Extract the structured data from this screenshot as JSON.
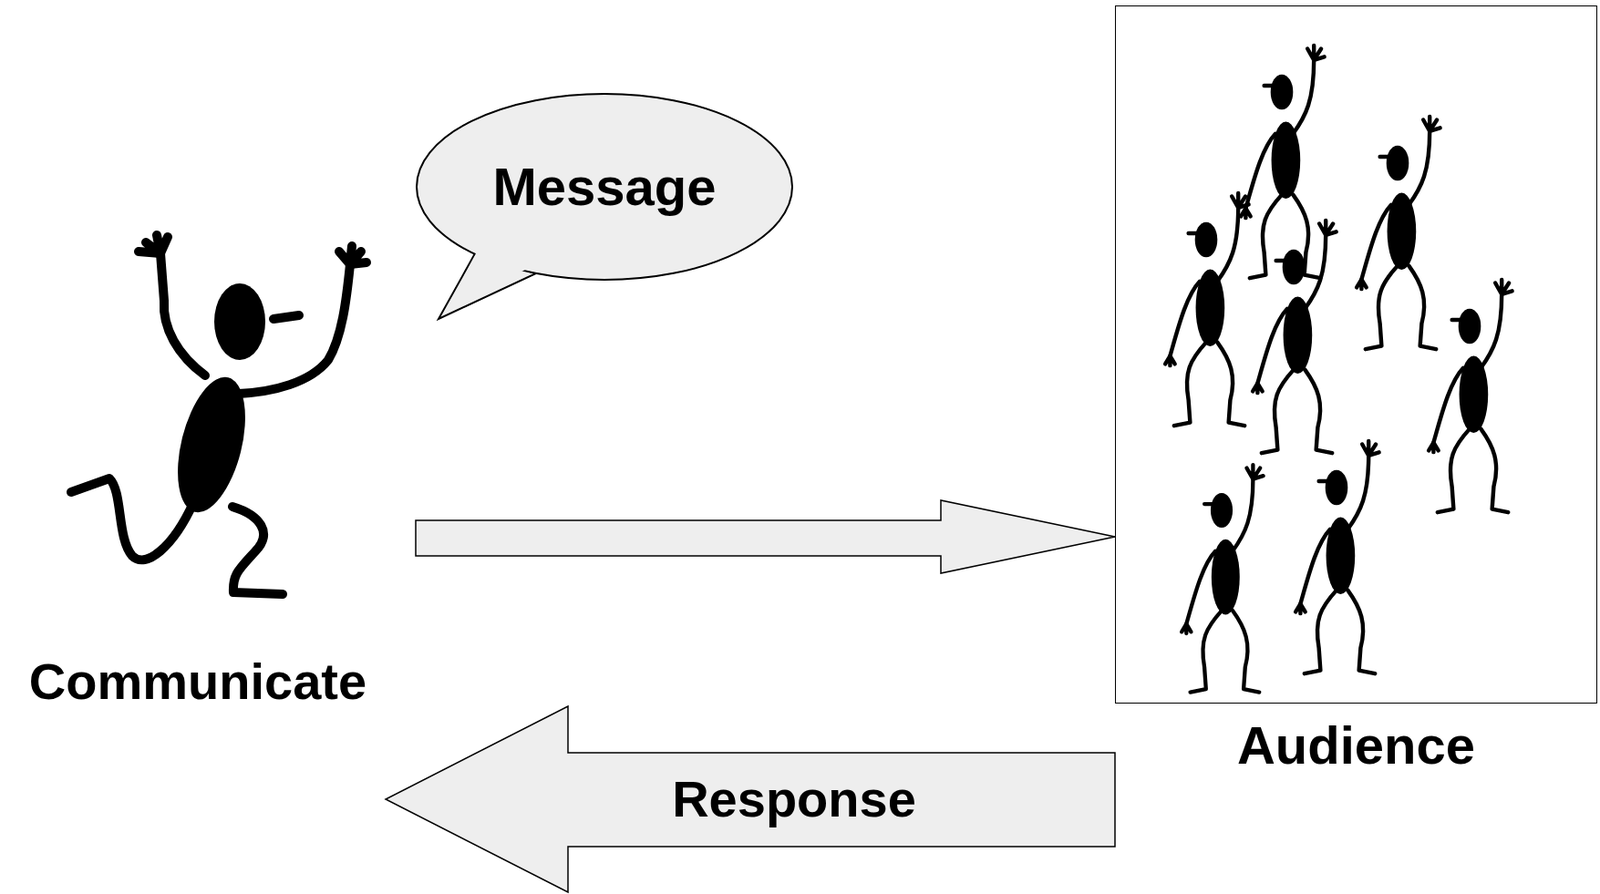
{
  "diagram": {
    "nodes": [
      {
        "text": [
          "Communicate"
        ]
      },
      {
        "text": [
          "Message"
        ]
      },
      {
        "text": [
          "Audience"
        ]
      }
    ],
    "edges": [
      {
        "from": 0,
        "to": 2,
        "arrow": "to"
      },
      {
        "from": 2,
        "to": 0,
        "label": "Response",
        "arrow": "to"
      }
    ]
  }
}
